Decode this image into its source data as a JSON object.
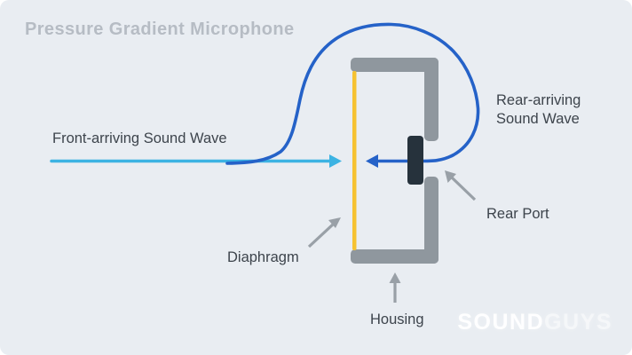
{
  "title": "Pressure Gradient Microphone",
  "labels": {
    "front_wave": "Front-arriving Sound Wave",
    "rear_wave_line1": "Rear-arriving",
    "rear_wave_line2": "Sound Wave",
    "diaphragm": "Diaphragm",
    "rear_port": "Rear Port",
    "housing": "Housing"
  },
  "watermark": {
    "bold": "SOUND",
    "light": "GUYS"
  },
  "colors": {
    "background": "#e9edf2",
    "title_text": "#b6bcc4",
    "label_text": "#3d444c",
    "housing_gray": "#8f979e",
    "diaphragm_yellow": "#f6c231",
    "rear_port_dark": "#26323c",
    "front_wave_cyan": "#3cb3e3",
    "rear_wave_blue": "#2562c8",
    "pointer_arrow_gray": "#99a0a7"
  }
}
